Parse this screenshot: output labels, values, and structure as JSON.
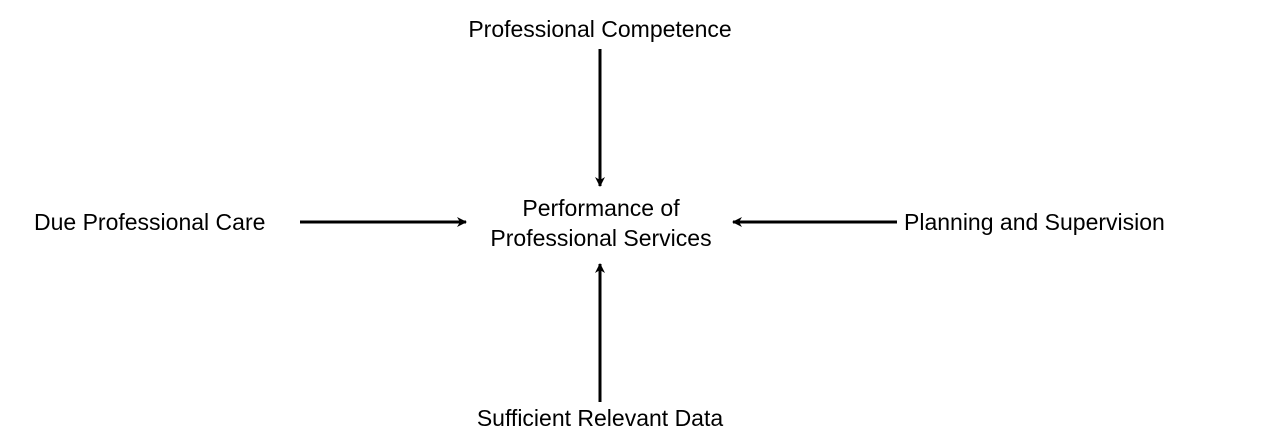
{
  "diagram": {
    "center": {
      "line1": "Performance of",
      "line2": "Professional Services"
    },
    "top": {
      "label": "Professional Competence"
    },
    "left": {
      "label": "Due Professional Care"
    },
    "right": {
      "label": "Planning and Supervision"
    },
    "bottom": {
      "label": "Sufficient Relevant Data"
    },
    "colors": {
      "stroke": "#000000",
      "text": "#000000",
      "background": "#ffffff"
    }
  }
}
